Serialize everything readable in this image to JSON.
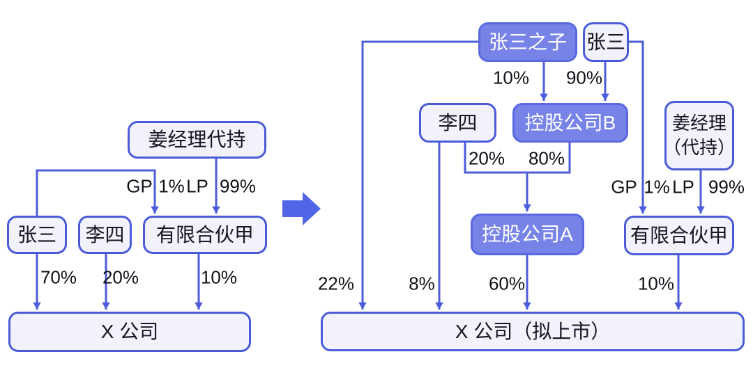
{
  "colors": {
    "line": "#4d5cd9",
    "node_border": "#4a5bd8",
    "node_light_fill": "#f1f2fb",
    "node_solid_fill": "#7783e7",
    "node_solid_border": "#5b68e1",
    "big_arrow": "#5166e6",
    "text_dark": "#16161f",
    "text_light": "#ffffff"
  },
  "before": {
    "nodes": {
      "jiang_proxy": "姜经理代持",
      "zhangsan": "张三",
      "lisi": "李四",
      "partnership": "有限合伙甲",
      "company": "X 公司"
    },
    "labels": {
      "gp": "GP",
      "gp_pct": "1%",
      "lp": "LP",
      "lp_pct": "99%",
      "zhangsan_pct": "70%",
      "lisi_pct": "20%",
      "partnership_pct": "10%"
    }
  },
  "after": {
    "nodes": {
      "son": "张三之子",
      "zhangsan": "张三",
      "lisi": "李四",
      "holding_b": "控股公司B",
      "jiang_line1": "姜经理",
      "jiang_line2": "（代持）",
      "holding_a": "控股公司A",
      "partnership": "有限合伙甲",
      "company": "X 公司（拟上市）"
    },
    "labels": {
      "son_to_b_pct": "10%",
      "zhangsan_to_b_pct": "90%",
      "lisi_to_a_pct": "20%",
      "b_to_a_pct": "80%",
      "gp": "GP",
      "gp_pct": "1%",
      "lp": "LP",
      "lp_pct": "99%",
      "son_to_company_pct": "22%",
      "lisi_to_company_pct": "8%",
      "a_to_company_pct": "60%",
      "partnership_to_company_pct": "10%"
    }
  }
}
